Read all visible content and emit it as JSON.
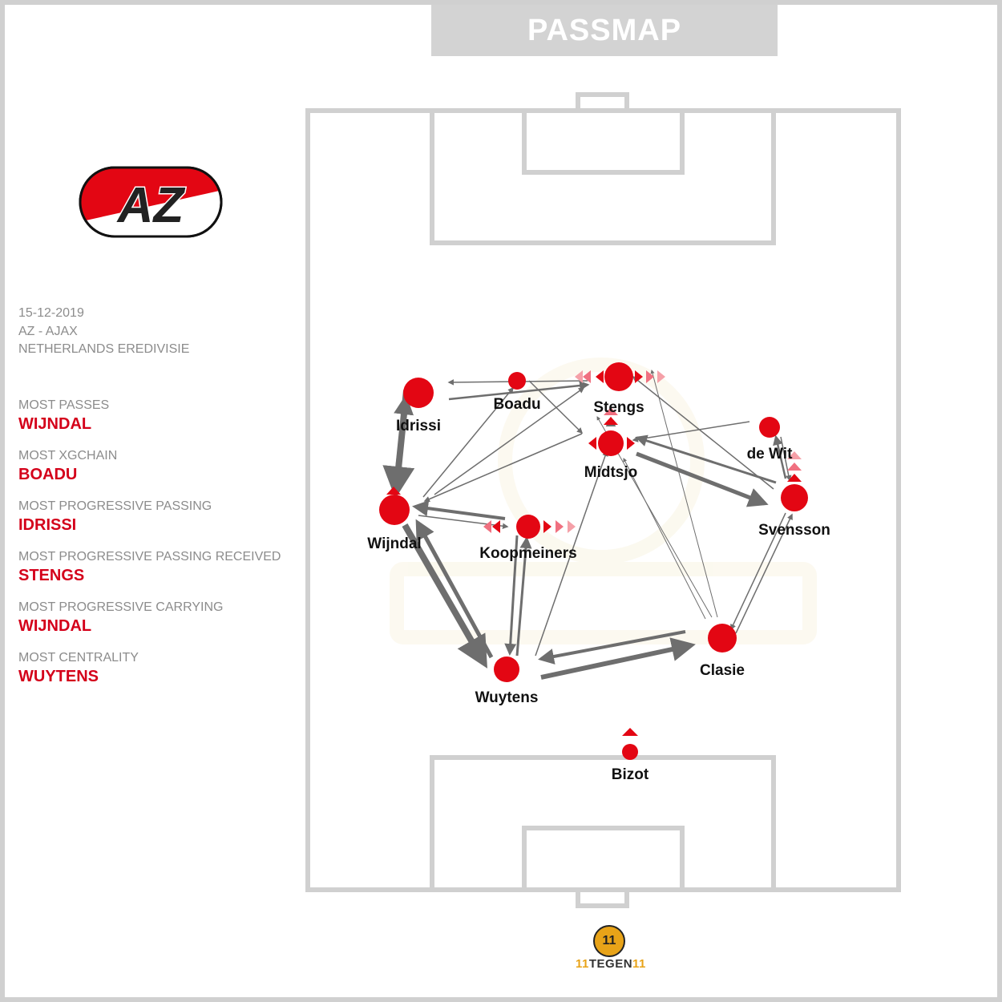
{
  "title": "PASSMAP",
  "club_logo": {
    "text": "AZ",
    "icon": "az-club-logo"
  },
  "match": {
    "date": "15-12-2019",
    "teams": "AZ - AJAX",
    "competition": "NETHERLANDS EREDIVISIE"
  },
  "stats": [
    {
      "label": "MOST PASSES",
      "value": "WIJNDAL"
    },
    {
      "label": "MOST XGCHAIN",
      "value": "BOADU"
    },
    {
      "label": "MOST PROGRESSIVE PASSING",
      "value": "IDRISSI"
    },
    {
      "label": "MOST PROGRESSIVE PASSING RECEIVED",
      "value": "STENGS"
    },
    {
      "label": "MOST PROGRESSIVE CARRYING",
      "value": "WIJNDAL"
    },
    {
      "label": "MOST CENTRALITY",
      "value": "WUYTENS"
    }
  ],
  "players": [
    {
      "name": "Idrissi",
      "size": "large"
    },
    {
      "name": "Boadu",
      "size": "small"
    },
    {
      "name": "Stengs",
      "size": "large"
    },
    {
      "name": "Midtsjo",
      "size": "large"
    },
    {
      "name": "de Wit",
      "size": "small"
    },
    {
      "name": "Svensson",
      "size": "large"
    },
    {
      "name": "Wijndal",
      "size": "large"
    },
    {
      "name": "Koopmeiners",
      "size": "large"
    },
    {
      "name": "Wuytens",
      "size": "medium"
    },
    {
      "name": "Clasie",
      "size": "large"
    },
    {
      "name": "Bizot",
      "size": "small"
    }
  ],
  "footer_logo": {
    "mark": "11",
    "word_left": "11",
    "word_mid": "TEGEN",
    "word_right": "11",
    "icon": "11tegen11-logo"
  },
  "colors": {
    "accent": "#d4001a",
    "player": "#e30613",
    "pitch_lines": "#d0d0d0",
    "pass_lines": "#6e6e6e",
    "label_grey": "#8c8c8c"
  }
}
